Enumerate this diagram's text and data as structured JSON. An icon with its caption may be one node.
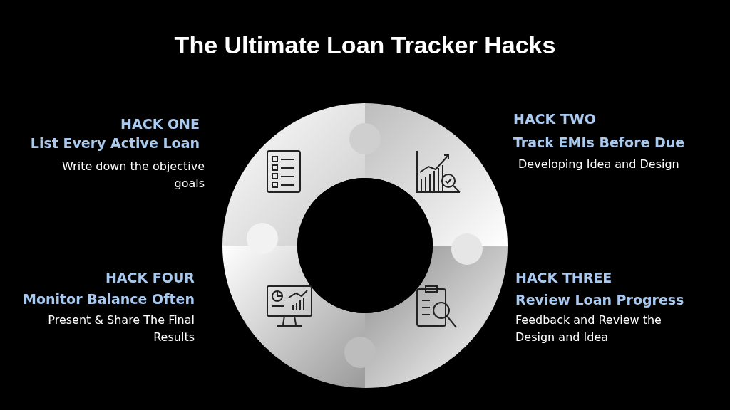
{
  "diagram": {
    "title": "The Ultimate Loan Tracker Hacks",
    "labels": [
      "HACK ONE",
      "List Every Active Loan",
      "Write down the objective goals",
      "HACK TWO",
      "Track EMIs Before Due",
      "Developing Idea and Design",
      "HACK FOUR",
      "Monitor Balance Often",
      "Present & Share The Final Results",
      "HACK THREE",
      "Review Loan Progress",
      "Feedback and Review the Design and Idea"
    ]
  }
}
